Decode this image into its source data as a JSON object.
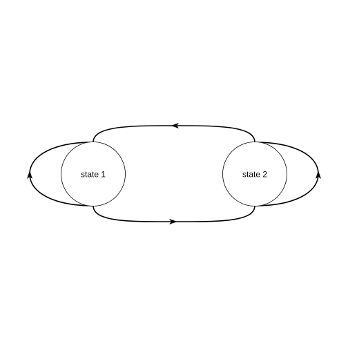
{
  "diagram": {
    "type": "state-transition",
    "nodes": [
      {
        "id": "s1",
        "label": "state 1"
      },
      {
        "id": "s2",
        "label": "state 2"
      }
    ],
    "edges": [
      {
        "from": "s1",
        "to": "s2",
        "label": ""
      },
      {
        "from": "s2",
        "to": "s1",
        "label": ""
      },
      {
        "from": "s1",
        "to": "s1",
        "label": ""
      },
      {
        "from": "s2",
        "to": "s2",
        "label": ""
      }
    ]
  },
  "colors": {
    "stroke": "#000000",
    "background": "#ffffff"
  }
}
